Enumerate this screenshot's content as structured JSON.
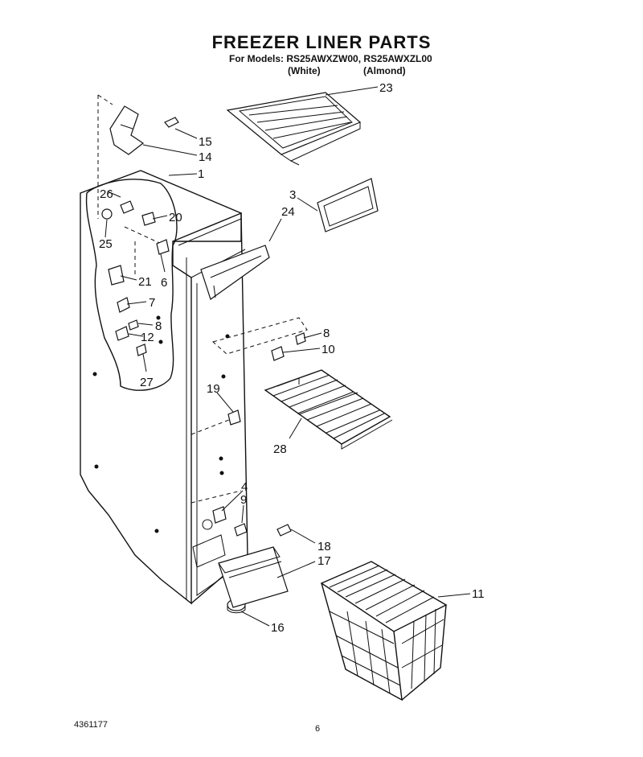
{
  "header": {
    "title": "FREEZER LINER PARTS",
    "models_line": "For Models: RS25AWXZW00, RS25AWXZL00",
    "variant_white": "(White)",
    "variant_almond": "(Almond)"
  },
  "callouts": {
    "c1": "1",
    "c3": "3",
    "c4": "4",
    "c6": "6",
    "c7": "7",
    "c8a": "8",
    "c8b": "8",
    "c9": "9",
    "c10": "10",
    "c11": "11",
    "c12": "12",
    "c14": "14",
    "c15": "15",
    "c16": "16",
    "c17": "17",
    "c18": "18",
    "c19": "19",
    "c20": "20",
    "c21": "21",
    "c23": "23",
    "c24": "24",
    "c25": "25",
    "c26": "26",
    "c27": "27",
    "c28": "28"
  },
  "footer": {
    "doc_number": "4361177",
    "page_number": "6"
  }
}
